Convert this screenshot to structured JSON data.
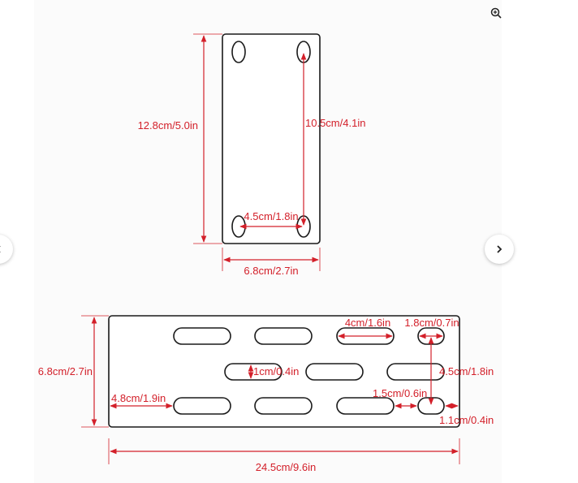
{
  "icons": {
    "zoom": "zoom-in-icon",
    "prev": "chevron-left-icon",
    "next": "chevron-right-icon"
  },
  "colors": {
    "dimension": "#d3202a",
    "outline": "#1a1a1a"
  },
  "top_plate": {
    "height_label": "12.8cm/5.0in",
    "hole_spacing_vertical_label": "10.5cm/4.1in",
    "hole_spacing_horizontal_label": "4.5cm/1.8in",
    "width_label": "6.8cm/2.7in"
  },
  "bottom_plate": {
    "height_label": "6.8cm/2.7in",
    "slot_length_label": "4cm/1.6in",
    "end_slot_label": "1.8cm/0.7in",
    "slot_width_label": "1cm/0.4in",
    "end_spacing_label": "4.5cm/1.8in",
    "left_offset_label": "4.8cm/1.9in",
    "slot_gap_label": "1.5cm/0.6in",
    "edge_gap_label": "1.1cm/0.4in",
    "width_label": "24.5cm/9.6in"
  }
}
